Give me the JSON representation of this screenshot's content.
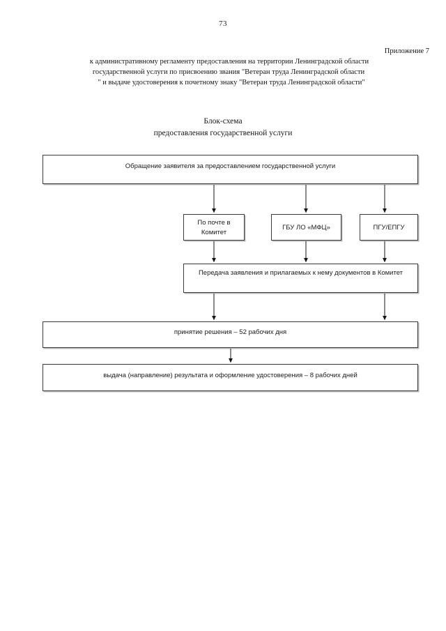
{
  "page": {
    "number": "73"
  },
  "appendix": {
    "line1": "Приложение 7",
    "line2": "к  административному регламенту предоставления  на территории Ленинградской области",
    "line3": "государственной услуги по присвоению звания  \"Ветеран труда Ленинградской области",
    "line4": "\" и выдаче  удостоверения к почетному знаку  \"Ветеран труда Ленинградской области\""
  },
  "title": {
    "line1": "Блок-схема",
    "line2": "предоставления государственной услуги"
  },
  "flowchart": {
    "type": "flowchart",
    "nodes": [
      {
        "id": "request",
        "label": "Обращение заявителя за предоставлением государственной услуги"
      },
      {
        "id": "mail",
        "label": "По почте в Комитет"
      },
      {
        "id": "mfc",
        "label": "ГБУ ЛО «МФЦ»"
      },
      {
        "id": "pgu",
        "label": "ПГУ/ЕПГУ"
      },
      {
        "id": "transfer",
        "label": "Передача заявления и прилагаемых к нему документов в Комитет"
      },
      {
        "id": "decision",
        "label": "принятие решения – 52 рабочих дня"
      },
      {
        "id": "issue",
        "label": "выдача (направление) результата и оформление удостоверения – 8 рабочих дней"
      }
    ],
    "edges": [
      {
        "from": "request",
        "to": "mail"
      },
      {
        "from": "request",
        "to": "mfc"
      },
      {
        "from": "request",
        "to": "pgu"
      },
      {
        "from": "mail",
        "to": "transfer"
      },
      {
        "from": "mfc",
        "to": "transfer"
      },
      {
        "from": "pgu",
        "to": "transfer"
      },
      {
        "from": "transfer",
        "to": "decision"
      },
      {
        "from": "pgu",
        "to": "decision"
      },
      {
        "from": "decision",
        "to": "issue"
      }
    ]
  },
  "colors": {
    "border": "#3b3b3b",
    "text": "#1b1b1b",
    "background": "#ffffff"
  }
}
